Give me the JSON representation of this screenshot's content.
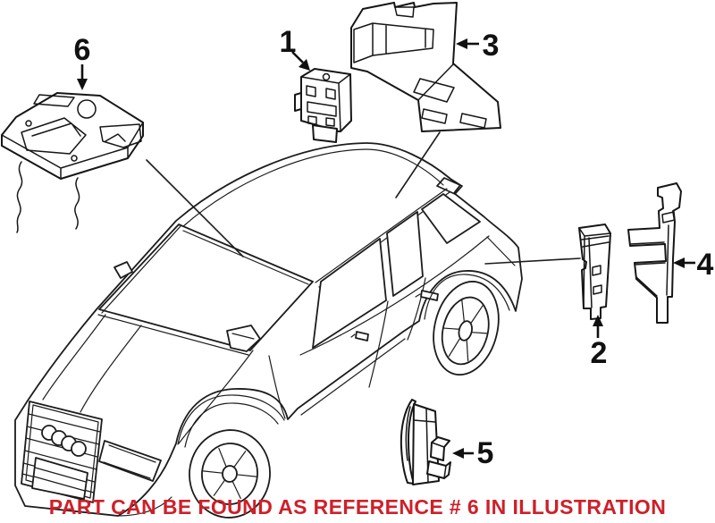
{
  "caption": {
    "text": "PART CAN BE FOUND AS REFERENCE # 6 IN ILLUSTRATION",
    "color": "#CE2029"
  },
  "parts": [
    {
      "ref": "1",
      "icon": "control-module-small"
    },
    {
      "ref": "2",
      "icon": "control-module-tall"
    },
    {
      "ref": "3",
      "icon": "mounting-bracket-large"
    },
    {
      "ref": "4",
      "icon": "mounting-bracket-side"
    },
    {
      "ref": "5",
      "icon": "sensor-with-connector"
    },
    {
      "ref": "6",
      "icon": "control-module-with-antenna-wires"
    }
  ],
  "vehicle": {
    "icon": "suv-three-quarter-line-drawing"
  }
}
